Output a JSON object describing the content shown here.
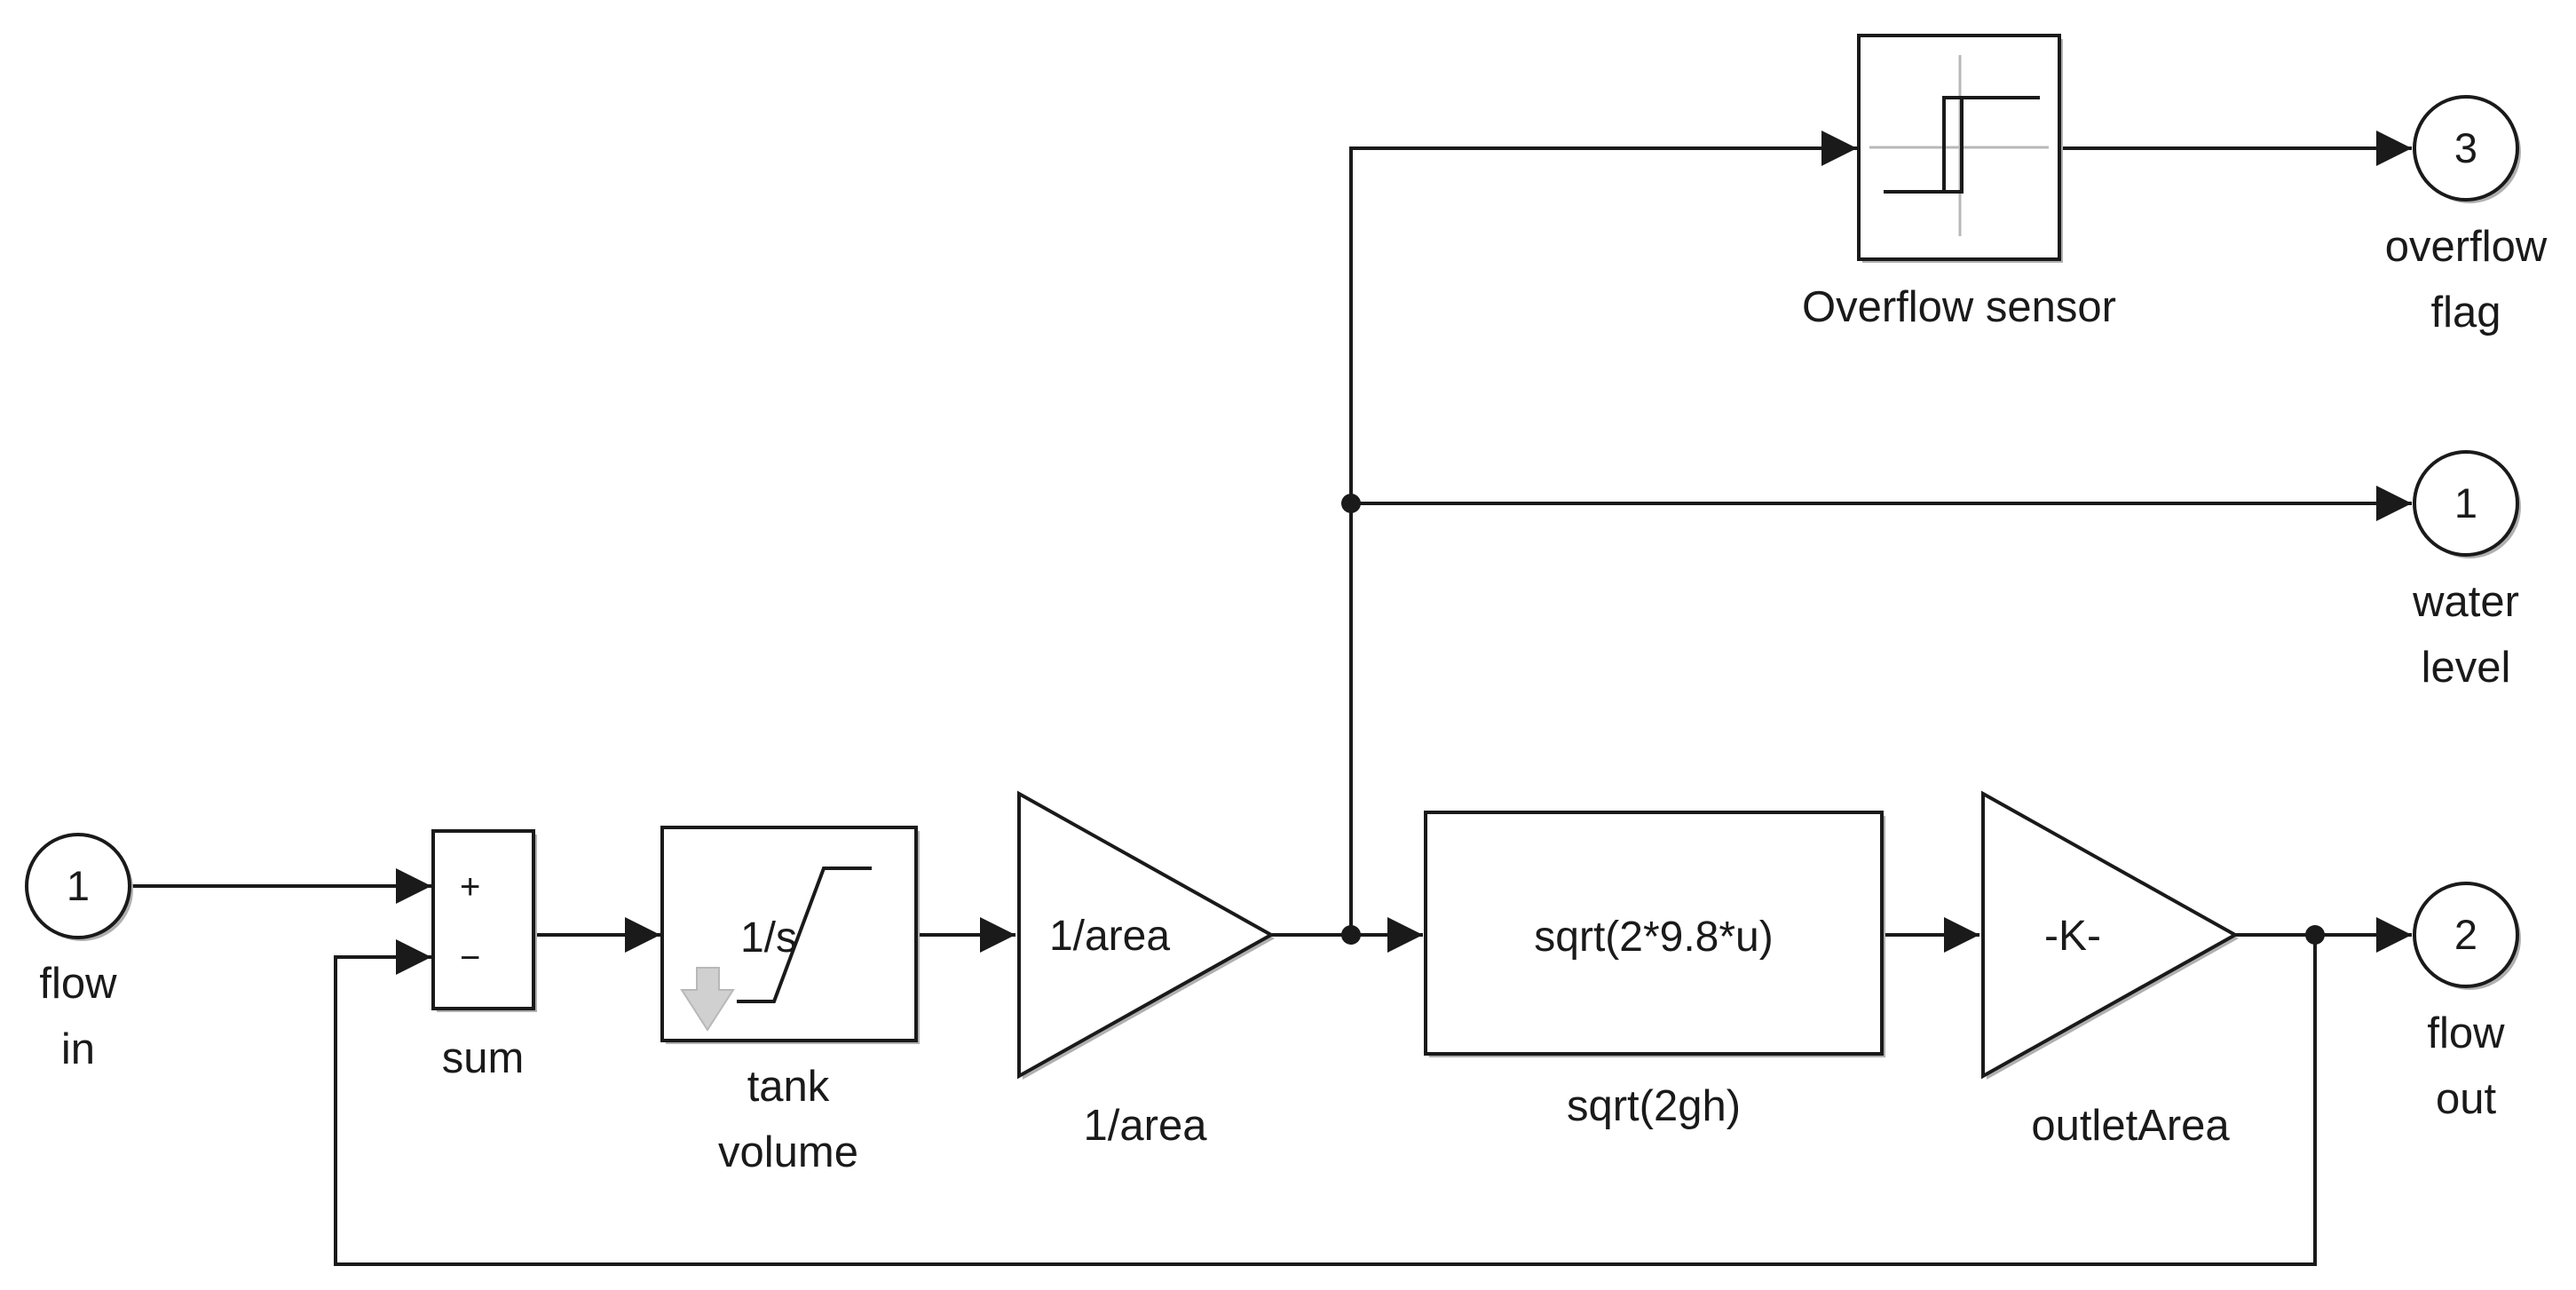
{
  "diagram": {
    "inports": [
      {
        "number": "1",
        "label_lines": [
          "flow",
          "in"
        ]
      }
    ],
    "outports": [
      {
        "number": "3",
        "label_lines": [
          "overflow",
          "flag"
        ]
      },
      {
        "number": "1",
        "label_lines": [
          "water",
          "level"
        ]
      },
      {
        "number": "2",
        "label_lines": [
          "flow",
          "out"
        ]
      }
    ],
    "sum": {
      "label": "sum",
      "signs": [
        "+",
        "−"
      ]
    },
    "integrator": {
      "text": "1/s",
      "label_lines": [
        "tank",
        "volume"
      ]
    },
    "gain_area": {
      "text": "1/area",
      "label": "1/area"
    },
    "fcn": {
      "text": "sqrt(2*9.8*u)",
      "label": "sqrt(2gh)"
    },
    "gain_outlet": {
      "text": "-K-",
      "label": "outletArea"
    },
    "relay": {
      "label": "Overflow sensor"
    }
  },
  "colors": {
    "line": "#1a1a1a",
    "block_shadow": "#b0b0b0",
    "relay_axes": "#b8b8b8",
    "saturation_arrow": "#c8c8c8"
  }
}
